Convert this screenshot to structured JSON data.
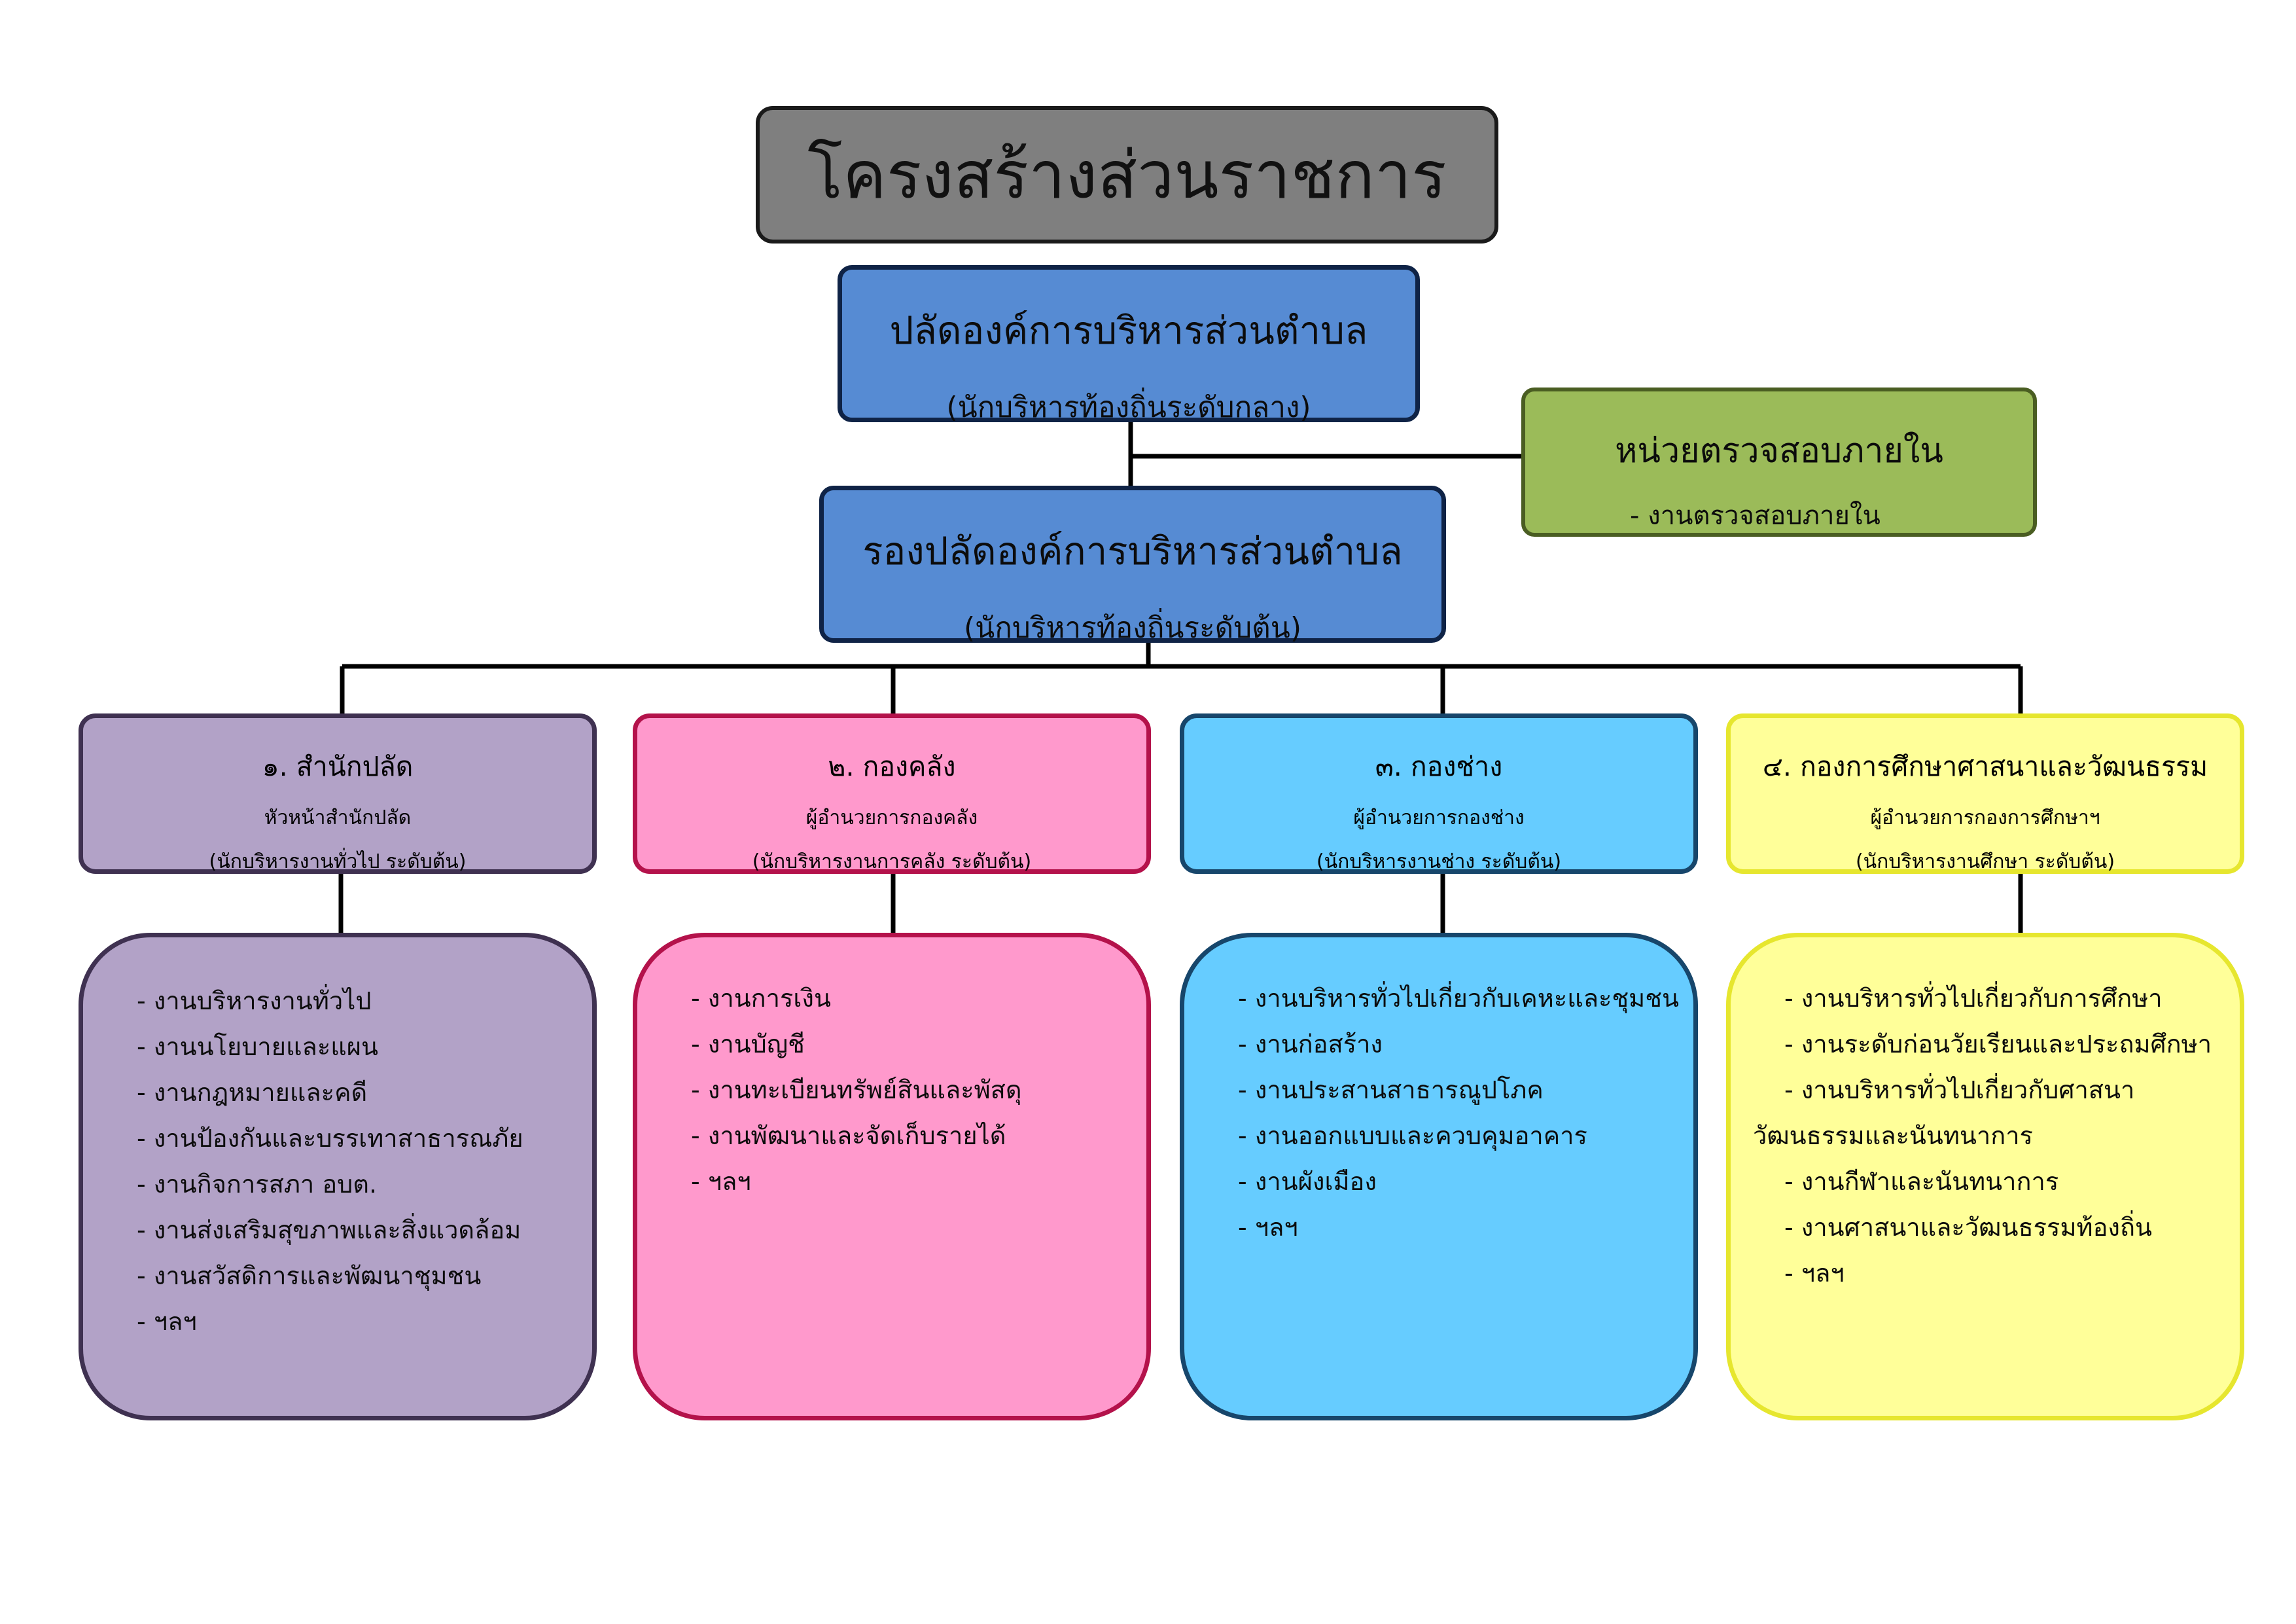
{
  "title": "โครงสร้างส่วนราชการ",
  "chief": {
    "title": "ปลัดองค์การบริหารส่วนตำบล",
    "subtitle": "(นักบริหารท้องถิ่นระดับกลาง)"
  },
  "deputy": {
    "title": "รองปลัดองค์การบริหารส่วนตำบล",
    "subtitle": "(นักบริหารท้องถิ่นระดับต้น)"
  },
  "audit": {
    "title": "หน่วยตรวจสอบภายใน",
    "items": [
      "-  งานตรวจสอบภายใน"
    ]
  },
  "divisions": [
    {
      "title": "๑.  สำนักปลัด",
      "head": "หัวหน้าสำนักปลัด",
      "rank": "(นักบริหารงานทั่วไป  ระดับต้น)",
      "items": [
        "-  งานบริหารงานทั่วไป",
        "-  งานนโยบายและแผน",
        "-  งานกฎหมายและคดี",
        "-  งานป้องกันและบรรเทาสาธารณภัย",
        "-  งานกิจการสภา  อบต.",
        "-  งานส่งเสริมสุขภาพและสิ่งแวดล้อม",
        "-  งานสวัสดิการและพัฒนาชุมชน",
        "-  ฯลฯ"
      ],
      "colors": {
        "fill": "#b2a2c7",
        "border": "#3f3151"
      }
    },
    {
      "title": "๒.  กองคลัง",
      "head": "ผู้อำนวยการกองคลัง",
      "rank": "(นักบริหารงานการคลัง  ระดับต้น)",
      "items": [
        "-  งานการเงิน",
        "-  งานบัญชี",
        "-  งานทะเบียนทรัพย์สินและพัสดุ",
        "-  งานพัฒนาและจัดเก็บรายได้",
        "-  ฯลฯ"
      ],
      "colors": {
        "fill": "#ff99cc",
        "border": "#b4124b"
      }
    },
    {
      "title": "๓.  กองช่าง",
      "head": "ผู้อำนวยการกองช่าง",
      "rank": "(นักบริหารงานช่าง  ระดับต้น)",
      "items": [
        "-  งานบริหารทั่วไปเกี่ยวกับเคหะและชุมชน",
        "-  งานก่อสร้าง",
        "-  งานประสานสาธารณูปโภค",
        "-  งานออกแบบและควบคุมอาคาร",
        "-  งานผังเมือง",
        "-  ฯลฯ"
      ],
      "colors": {
        "fill": "#66ccff",
        "border": "#17466b"
      }
    },
    {
      "title": "๔.  กองการศึกษาศาสนาและวัฒนธรรม",
      "head": "ผู้อำนวยการกองการศึกษาฯ",
      "rank": "(นักบริหารงานศึกษา  ระดับต้น)",
      "items": [
        "-  งานบริหารทั่วไปเกี่ยวกับการศึกษา",
        "-  งานระดับก่อนวัยเรียนและประถมศึกษา",
        "-  งานบริหารทั่วไปเกี่ยวกับศาสนา",
        "วัฒนธรรมและนันทนาการ",
        "-  งานกีฬาและนันทนาการ",
        "-  งานศาสนาและวัฒนธรรมท้องถิ่น",
        "-  ฯลฯ"
      ],
      "colors": {
        "fill": "#ffff99",
        "border": "#e6e62e"
      }
    }
  ]
}
